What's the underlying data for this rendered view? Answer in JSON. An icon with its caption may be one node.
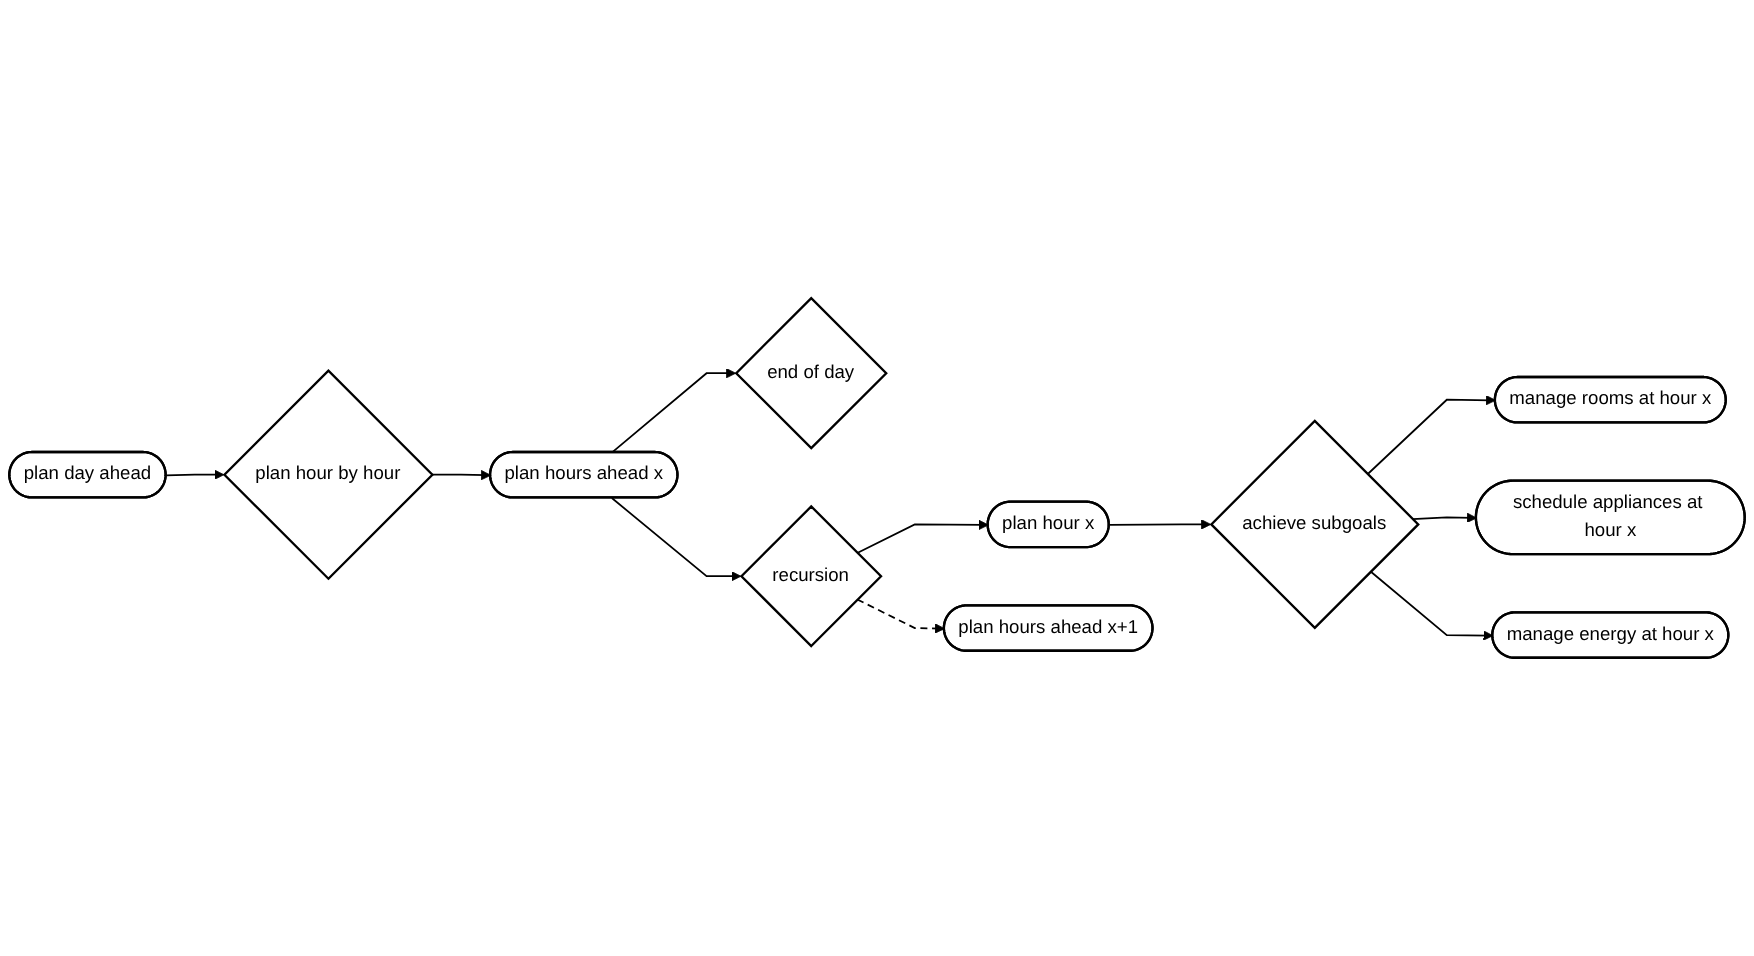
{
  "diagram": {
    "nodes": [
      {
        "text": [
          "plan day ahead"
        ]
      },
      {
        "text": [
          "plan hour by hour"
        ]
      },
      {
        "text": [
          "plan hours ahead x"
        ]
      },
      {
        "text": [
          "end of day"
        ]
      },
      {
        "text": [
          "recursion"
        ]
      },
      {
        "text": [
          "plan hour x"
        ]
      },
      {
        "text": [
          "plan hours ahead x+1"
        ]
      },
      {
        "text": [
          "achieve subgoals"
        ]
      },
      {
        "text": [
          "manage rooms at hour x"
        ]
      },
      {
        "text": [
          "schedule appliances at hour x"
        ]
      },
      {
        "text": [
          "manage energy at hour x"
        ]
      }
    ],
    "edges": [
      {
        "from": 0,
        "to": 1,
        "arrow": "to"
      },
      {
        "from": 1,
        "to": 2,
        "arrow": "to"
      },
      {
        "from": 2,
        "to": 4,
        "arrow": "to"
      },
      {
        "from": 2,
        "to": 3,
        "arrow": "to"
      },
      {
        "from": 4,
        "to": 5,
        "arrow": "to"
      },
      {
        "from": 4,
        "to": 6,
        "arrow": "to",
        "style": "dashed"
      },
      {
        "from": 5,
        "to": 7,
        "arrow": "to"
      },
      {
        "from": 7,
        "to": 8,
        "arrow": "to"
      },
      {
        "from": 7,
        "to": 9,
        "arrow": "to"
      },
      {
        "from": 7,
        "to": 10,
        "arrow": "to"
      }
    ]
  }
}
